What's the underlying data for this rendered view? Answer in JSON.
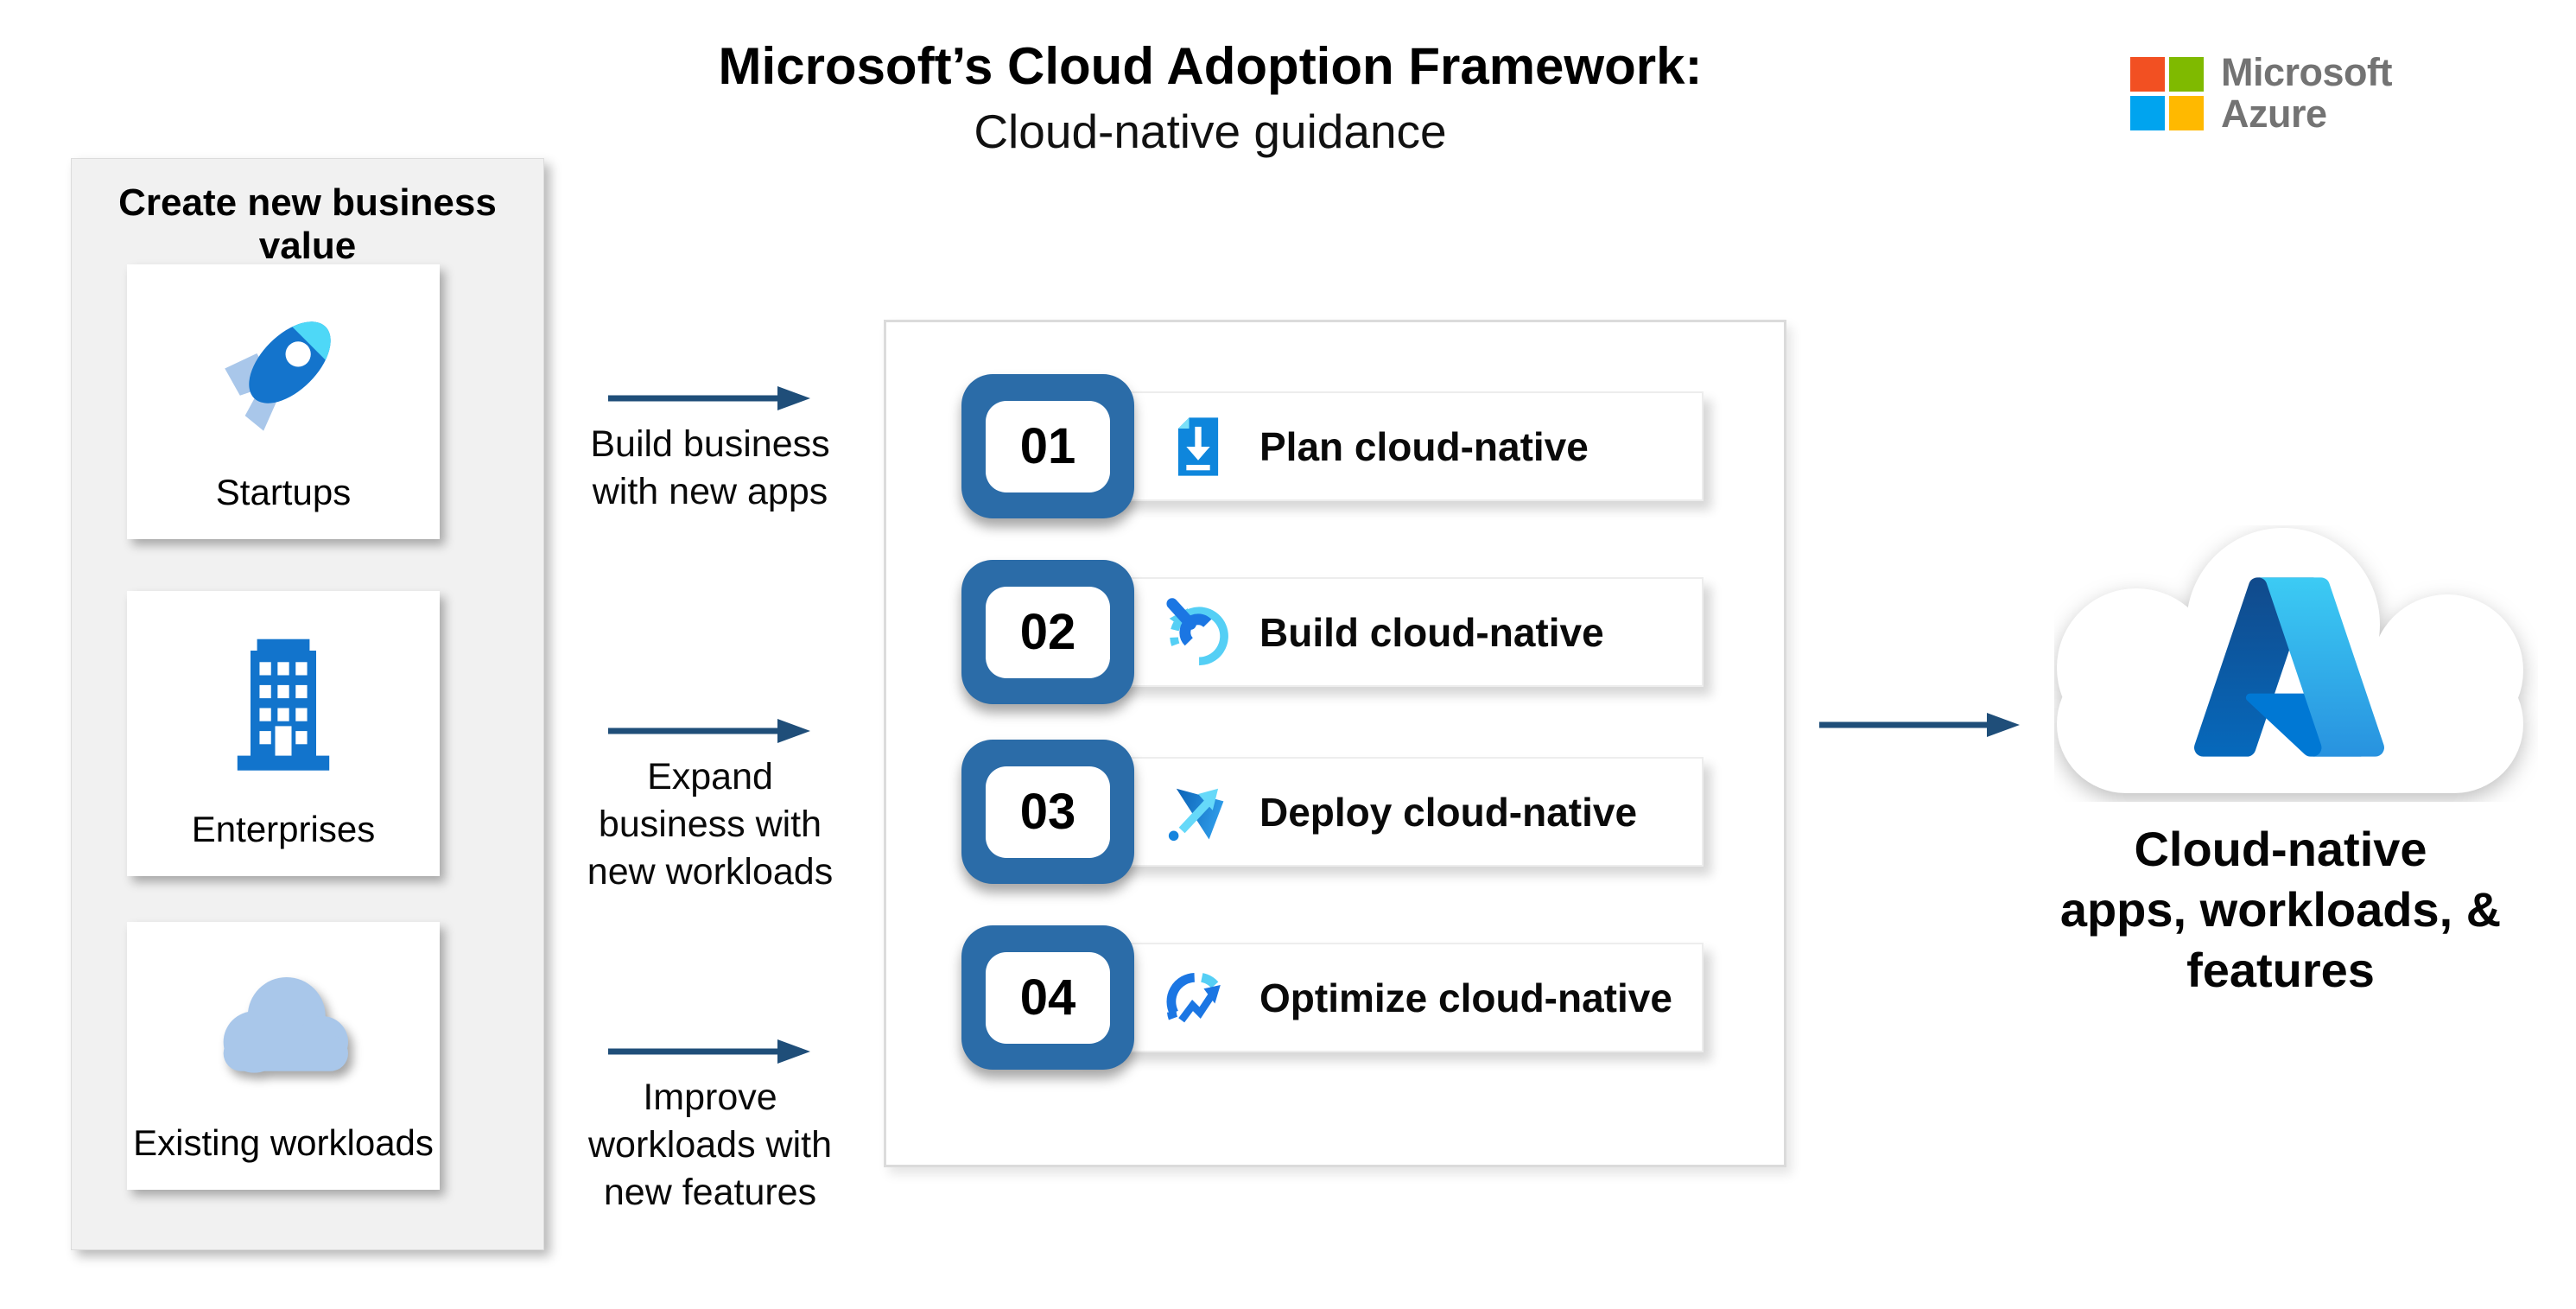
{
  "title": {
    "line1": "Microsoft’s Cloud Adoption Framework:",
    "line2": "Cloud-native guidance"
  },
  "brand": {
    "line1": "Microsoft",
    "line2": "Azure",
    "text_color": "#737373",
    "squares": {
      "top_left": "#F25022",
      "top_right": "#7FBA00",
      "bottom_left": "#00A4EF",
      "bottom_right": "#FFB900"
    }
  },
  "left_panel": {
    "header": "Create new business value",
    "cards": [
      {
        "label": "Startups",
        "icon": "rocket-icon"
      },
      {
        "label": "Enterprises",
        "icon": "building-icon"
      },
      {
        "label": "Existing workloads",
        "icon": "cloud-icon"
      }
    ]
  },
  "flows": [
    {
      "lines": [
        "Build business",
        "with new apps"
      ]
    },
    {
      "lines": [
        "Expand",
        "business with",
        "new workloads"
      ]
    },
    {
      "lines": [
        "Improve",
        "workloads with",
        "new features"
      ]
    }
  ],
  "steps": [
    {
      "number": "01",
      "label": "Plan cloud-native",
      "icon": "document-download-icon"
    },
    {
      "number": "02",
      "label": "Build cloud-native",
      "icon": "wrench-gauge-icon"
    },
    {
      "number": "03",
      "label": "Deploy cloud-native",
      "icon": "deploy-arrow-icon"
    },
    {
      "number": "04",
      "label": "Optimize cloud-native",
      "icon": "optimize-gauge-icon"
    }
  ],
  "result": {
    "icon": "azure-cloud-icon",
    "lines": [
      "Cloud-native",
      "apps, workloads, &",
      "features"
    ]
  },
  "colors": {
    "flow_arrow": "#1F4E79",
    "badge_blue": "#2B6CA8",
    "panel_bg": "#F1F1F1",
    "icon_blue": "#1474CC",
    "icon_azure": "#0E86DC",
    "icon_cyan": "#55CFF5",
    "icon_light_blue": "#A9C7EA"
  }
}
